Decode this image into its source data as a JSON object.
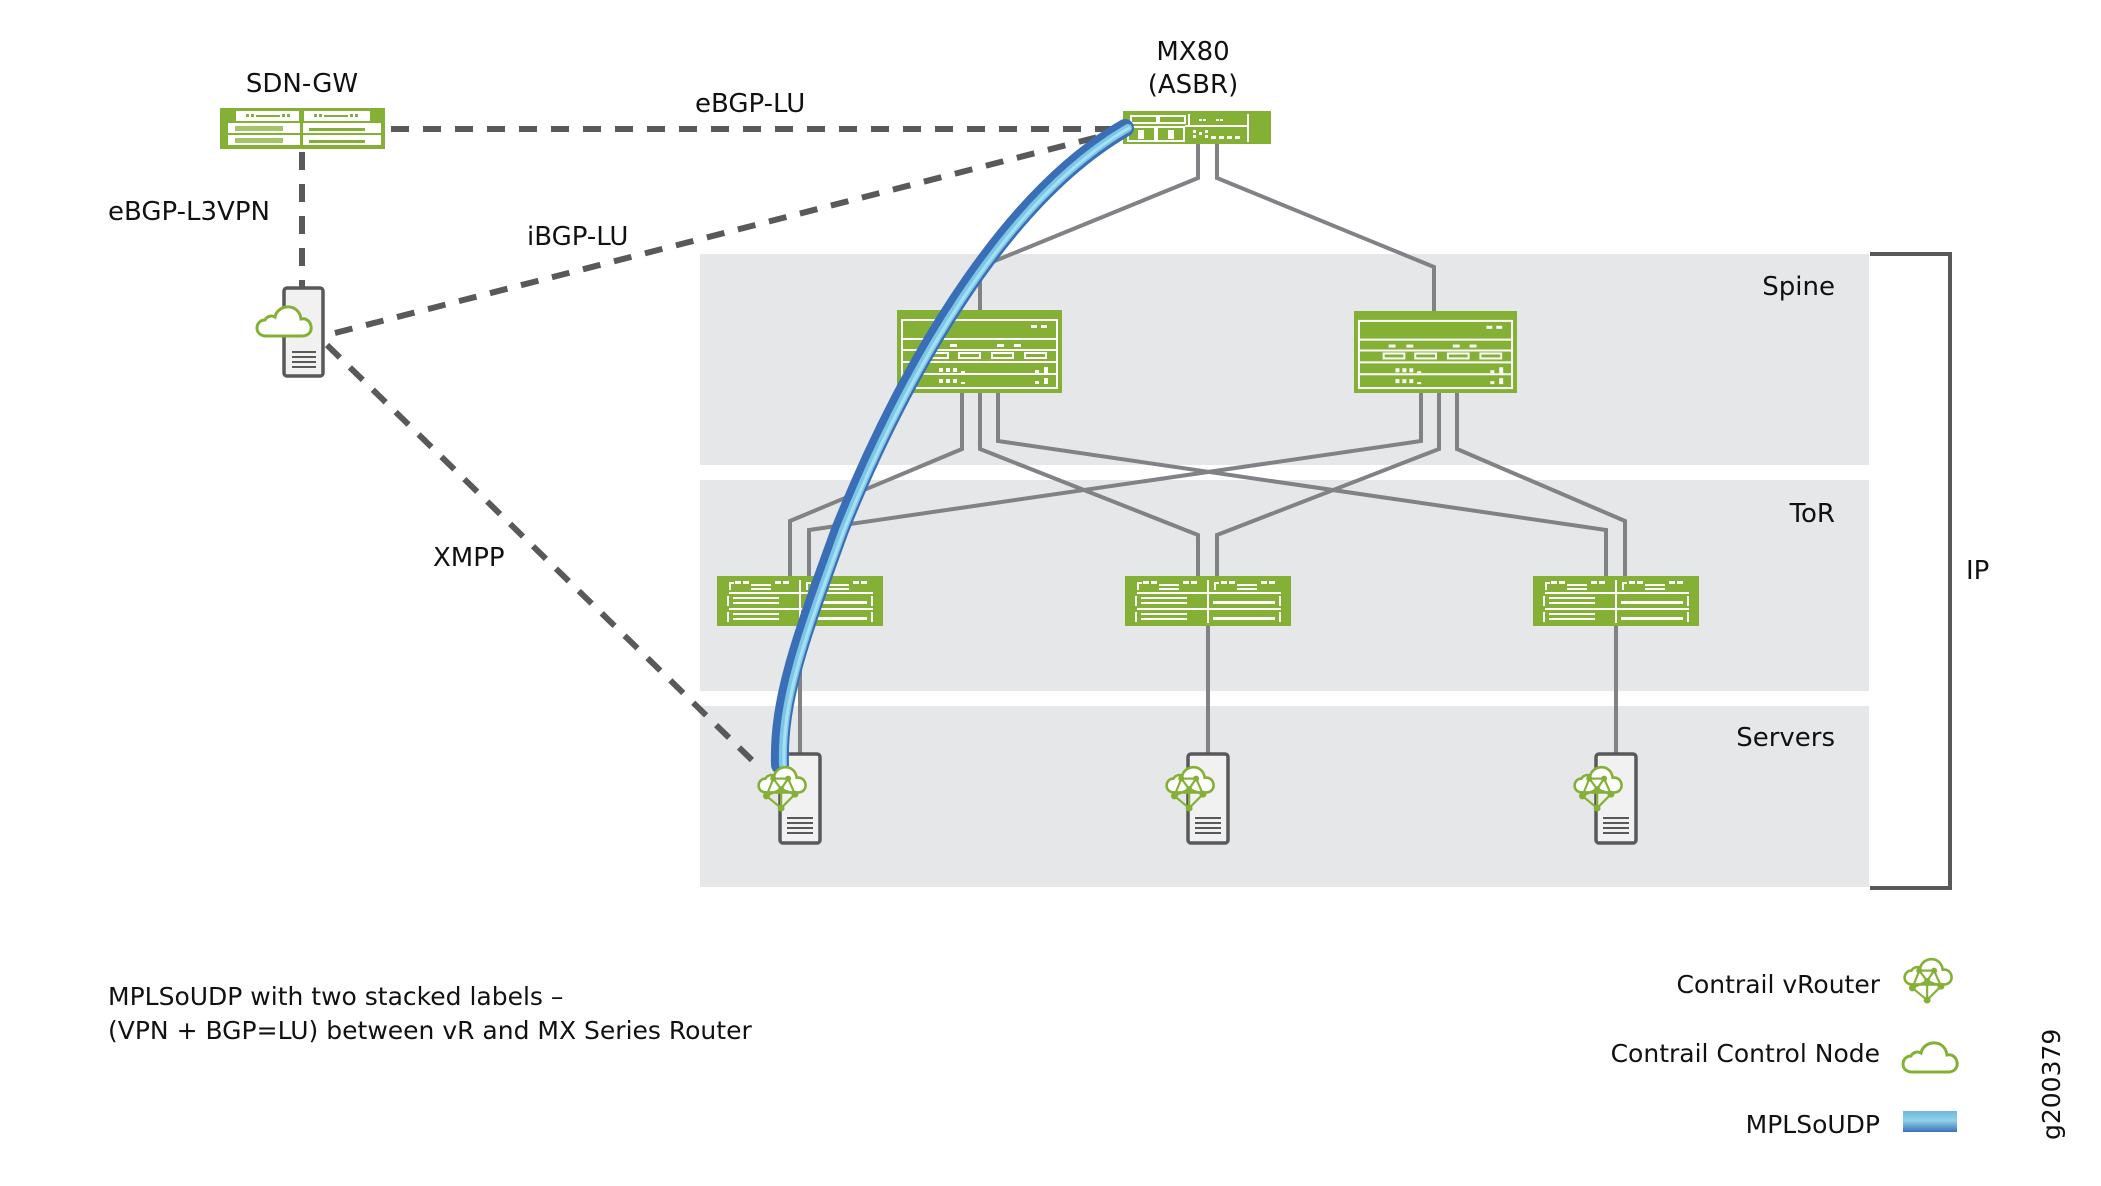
{
  "nodes": {
    "sdn_gw": {
      "label": "SDN-GW"
    },
    "mx80": {
      "label_line1": "MX80",
      "label_line2": "(ASBR)"
    },
    "control_node": {
      "label": "Contrail Control Node"
    }
  },
  "links": {
    "ebgp_lu": "eBGP-LU",
    "ebgp_l3vpn": "eBGP-L3VPN",
    "ibgp_lu": "iBGP-LU",
    "xmpp": "XMPP"
  },
  "layers": {
    "spine": "Spine",
    "tor": "ToR",
    "servers": "Servers",
    "bracket": "IP"
  },
  "caption": {
    "line1": "MPLSoUDP with two stacked labels –",
    "line2": "(VPN + BGP=LU) between vR and MX Series Router"
  },
  "legend": [
    {
      "label": "Contrail vRouter",
      "icon": "vrouter-icon"
    },
    {
      "label": "Contrail Control Node",
      "icon": "cloud-icon"
    },
    {
      "label": "MPLSoUDP",
      "icon": "tunnel-swatch"
    }
  ],
  "figure_id": "g200379",
  "colors": {
    "device_green": "#84b135",
    "band_gray": "#e6e7e9",
    "link_gray": "#808285",
    "dash_gray": "#58595b",
    "tunnel_blue": "#3d7fc4",
    "tunnel_light": "#8fd3ea"
  }
}
